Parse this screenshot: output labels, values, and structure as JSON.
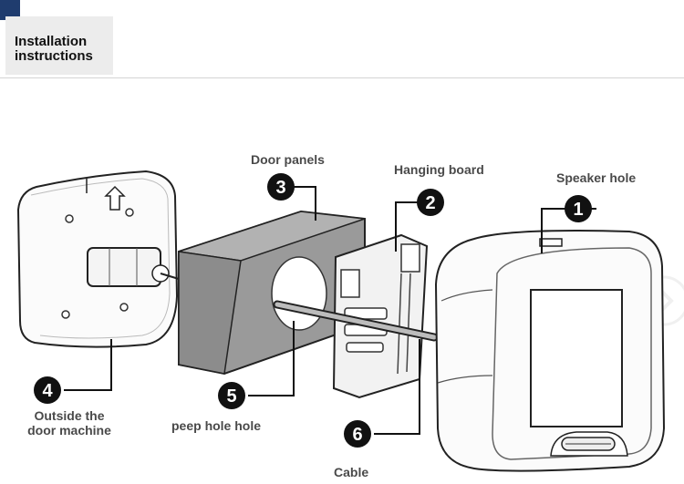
{
  "header": {
    "title_line1": "Installation",
    "title_line2": "instructions",
    "accent_color": "#1f3c6e"
  },
  "callouts": [
    {
      "number": "1",
      "label": "Speaker hole"
    },
    {
      "number": "2",
      "label": "Hanging board"
    },
    {
      "number": "3",
      "label": "Door panels"
    },
    {
      "number": "4",
      "label_line1": "Outside the",
      "label_line2": "door machine"
    },
    {
      "number": "5",
      "label": "peep hole hole"
    },
    {
      "number": "6",
      "label": "Cable"
    }
  ]
}
